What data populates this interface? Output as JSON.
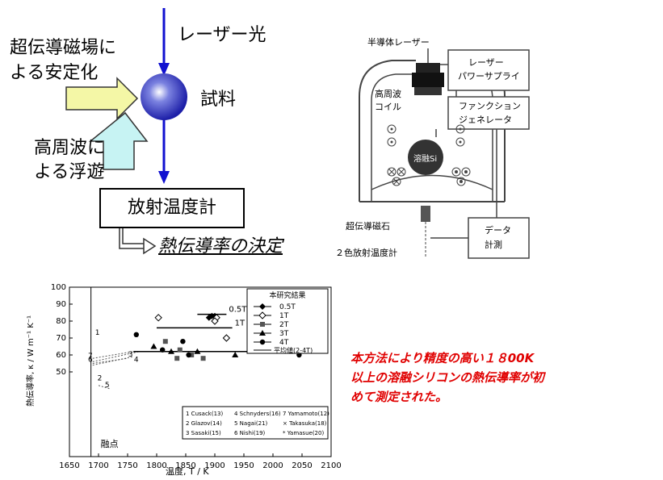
{
  "top_left": {
    "laser_label": "レーザー光",
    "sc_magnet_line1": "超伝導磁場に",
    "sc_magnet_line2": "よる安定化",
    "sample_label": "試料",
    "rf_line1": "高周波に",
    "rf_line2": "よる浮遊",
    "pyrometer_box": "放射温度計",
    "result_label": "熱伝導率の決定"
  },
  "top_right": {
    "semiconductor_laser": "半導体レーザー",
    "laser_power_line1": "レーザー",
    "laser_power_line2": "パワーサプライ",
    "function_gen_line1": "ファンクション",
    "function_gen_line2": "ジェネレータ",
    "rf_coil_line1": "高周波",
    "rf_coil_line2": "コイル",
    "molten_si": "溶融Si",
    "sc_magnet": "超伝導磁石",
    "data_line1": "データ",
    "data_line2": "計測",
    "two_color_pyrometer": "２色放射温度計"
  },
  "chart_data": {
    "type": "scatter",
    "xlabel": "温度, T / K",
    "ylabel": "熱伝導率, κ / W m⁻¹ K⁻¹",
    "xlim": [
      1650,
      2100
    ],
    "ylim": [
      0,
      100
    ],
    "x_ticks": [
      "1650",
      "1700",
      "1750",
      "1800",
      "1850",
      "1900",
      "1950",
      "2000",
      "2050",
      "2100"
    ],
    "y_ticks": [
      "0",
      "10",
      "20",
      "30",
      "40",
      "50",
      "60",
      "70",
      "80",
      "90",
      "100"
    ],
    "melting_point_label": "融点",
    "melting_point_x": 1687,
    "legend_title": "本研究結果",
    "series": [
      {
        "name": "0.5T",
        "marker": "diamond-filled",
        "points": [
          [
            1890,
            82
          ],
          [
            1895,
            83
          ],
          [
            1900,
            83
          ]
        ]
      },
      {
        "name": "1T",
        "marker": "diamond-open",
        "points": [
          [
            1803,
            82
          ],
          [
            1903,
            82
          ],
          [
            1920,
            70
          ],
          [
            1900,
            80
          ]
        ]
      },
      {
        "name": "2T",
        "marker": "square",
        "points": [
          [
            1815,
            68
          ],
          [
            1840,
            63
          ],
          [
            1860,
            60
          ],
          [
            1880,
            58
          ],
          [
            1835,
            58
          ]
        ]
      },
      {
        "name": "3T",
        "marker": "triangle",
        "points": [
          [
            1795,
            65
          ],
          [
            1825,
            62
          ],
          [
            1870,
            62
          ],
          [
            1935,
            60
          ]
        ]
      },
      {
        "name": "4T",
        "marker": "circle",
        "points": [
          [
            1765,
            72
          ],
          [
            1810,
            63
          ],
          [
            1845,
            68
          ],
          [
            1855,
            60
          ],
          [
            2045,
            60
          ]
        ]
      }
    ],
    "fit_lines": [
      {
        "label": "0.5T",
        "x": [
          1870,
          1920
        ],
        "y": [
          84,
          84
        ]
      },
      {
        "label": "1T",
        "x": [
          1800,
          1930
        ],
        "y": [
          76,
          76
        ]
      },
      {
        "label": "2-4T",
        "x": [
          1760,
          2040
        ],
        "y": [
          62,
          62
        ]
      }
    ],
    "legend_fit_label": "平均値(2-4T)",
    "references": [
      "1 Cusack(13)",
      "4 Schnyders(16)",
      "7 Yamamoto(12)",
      "2 Glazov(14)",
      "5 Nagai(21)",
      "× Takasuka(18)",
      "3 Sasaki(15)",
      "6 Nishi(19)",
      "* Yamasue(20)"
    ],
    "ref_curve_labels": [
      "1",
      "2",
      "3",
      "4",
      "5",
      "6",
      "7"
    ]
  },
  "bottom_right_text": "本方法により精度の高い１８00K以上の溶融シリコンの熱伝導率が初めて測定された。"
}
